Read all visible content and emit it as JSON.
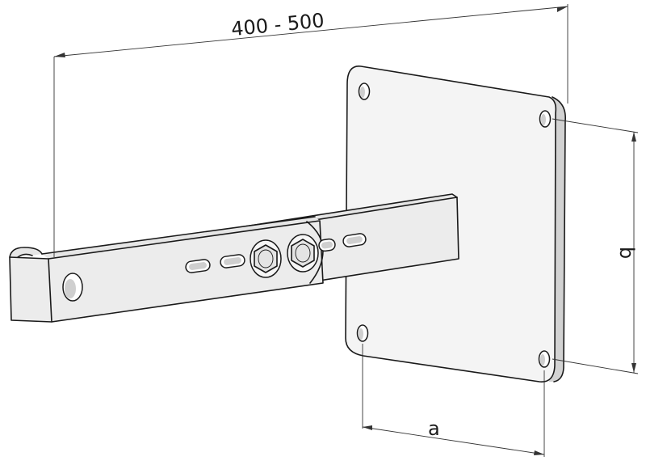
{
  "dimensions": {
    "length": "400 - 500",
    "width": "a",
    "height": "b"
  }
}
